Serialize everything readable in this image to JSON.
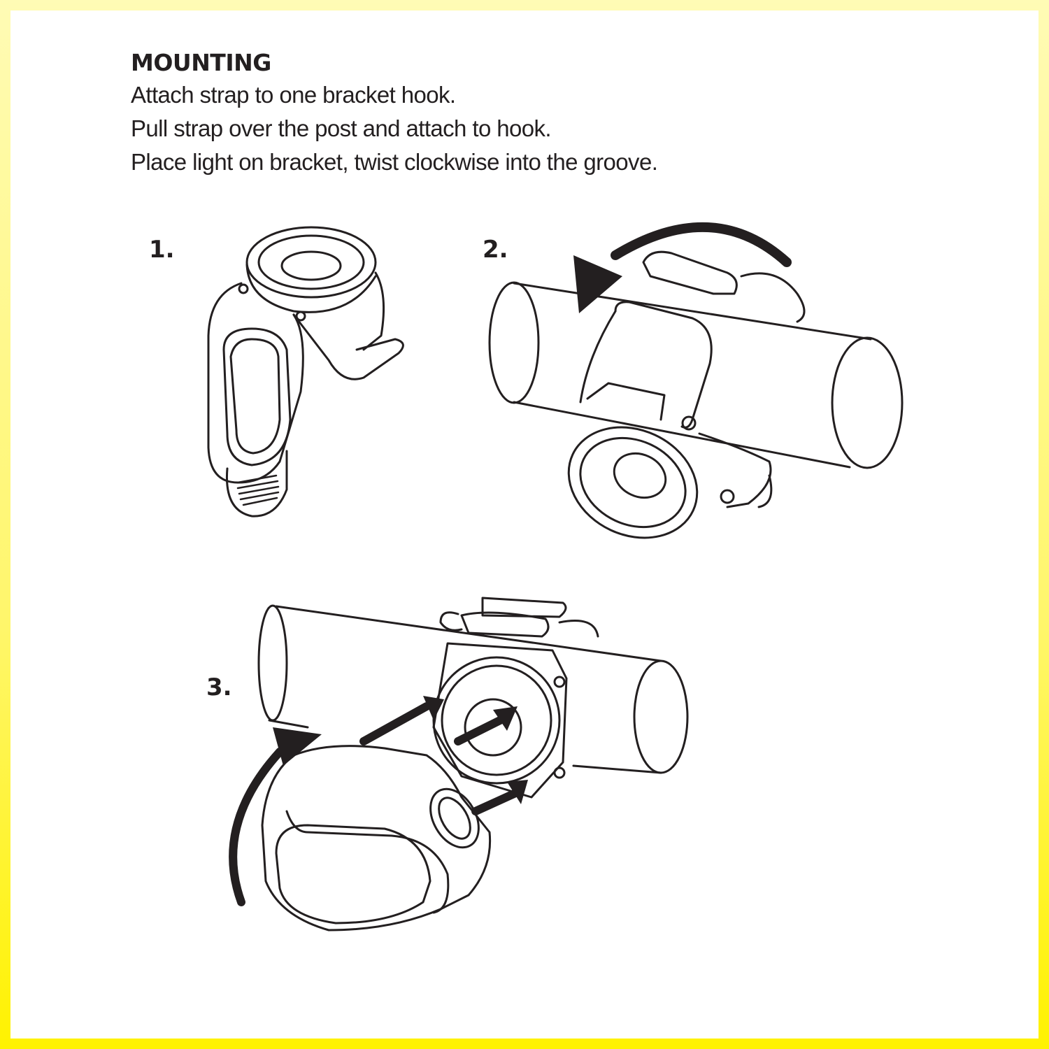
{
  "heading": "MOUNTING",
  "instructions": [
    "Attach strap to one bracket hook.",
    "Pull strap over the post and attach to hook.",
    "Place light on bracket, twist clockwise into the groove."
  ],
  "steps": [
    "1.",
    "2.",
    "3."
  ],
  "colors": {
    "border_top": "#fffbb5",
    "border_bottom": "#fff200",
    "ink": "#231f20"
  }
}
